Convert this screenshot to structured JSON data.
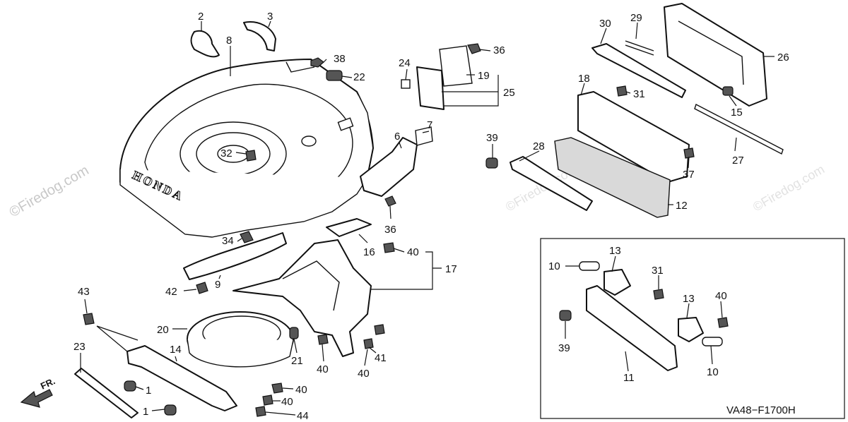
{
  "watermarks": [
    "©Firedog.com",
    "©Firedog.com",
    "©Firedog.com"
  ],
  "brand_text": "HONDA",
  "direction_label": "FR.",
  "diagram_code": "VA48−F1700H",
  "callouts": [
    {
      "id": "c2",
      "label": "2"
    },
    {
      "id": "c3",
      "label": "3"
    },
    {
      "id": "c8",
      "label": "8"
    },
    {
      "id": "c38",
      "label": "38"
    },
    {
      "id": "c22",
      "label": "22"
    },
    {
      "id": "c24",
      "label": "24"
    },
    {
      "id": "c36a",
      "label": "36"
    },
    {
      "id": "c19",
      "label": "19"
    },
    {
      "id": "c25",
      "label": "25"
    },
    {
      "id": "c7",
      "label": "7"
    },
    {
      "id": "c6",
      "label": "6"
    },
    {
      "id": "c36b",
      "label": "36"
    },
    {
      "id": "c32",
      "label": "32"
    },
    {
      "id": "c34",
      "label": "34"
    },
    {
      "id": "c16",
      "label": "16"
    },
    {
      "id": "c40a",
      "label": "40"
    },
    {
      "id": "c17",
      "label": "17"
    },
    {
      "id": "c42",
      "label": "42"
    },
    {
      "id": "c9",
      "label": "9"
    },
    {
      "id": "c43",
      "label": "43"
    },
    {
      "id": "c20",
      "label": "20"
    },
    {
      "id": "c23",
      "label": "23"
    },
    {
      "id": "c14",
      "label": "14"
    },
    {
      "id": "c21",
      "label": "21"
    },
    {
      "id": "c40b",
      "label": "40"
    },
    {
      "id": "c41",
      "label": "41"
    },
    {
      "id": "c40c",
      "label": "40"
    },
    {
      "id": "c1a",
      "label": "1"
    },
    {
      "id": "c40d",
      "label": "40"
    },
    {
      "id": "c40e",
      "label": "40"
    },
    {
      "id": "c1b",
      "label": "1"
    },
    {
      "id": "c44",
      "label": "44"
    },
    {
      "id": "c30",
      "label": "30"
    },
    {
      "id": "c29",
      "label": "29"
    },
    {
      "id": "c26",
      "label": "26"
    },
    {
      "id": "c18",
      "label": "18"
    },
    {
      "id": "c31a",
      "label": "31"
    },
    {
      "id": "c15",
      "label": "15"
    },
    {
      "id": "c39a",
      "label": "39"
    },
    {
      "id": "c28",
      "label": "28"
    },
    {
      "id": "c37",
      "label": "37"
    },
    {
      "id": "c27",
      "label": "27"
    },
    {
      "id": "c12",
      "label": "12"
    },
    {
      "id": "c13a",
      "label": "13"
    },
    {
      "id": "c10a",
      "label": "10"
    },
    {
      "id": "c31b",
      "label": "31"
    },
    {
      "id": "c13b",
      "label": "13"
    },
    {
      "id": "c40f",
      "label": "40"
    },
    {
      "id": "c39b",
      "label": "39"
    },
    {
      "id": "c11",
      "label": "11"
    },
    {
      "id": "c10b",
      "label": "10"
    }
  ]
}
